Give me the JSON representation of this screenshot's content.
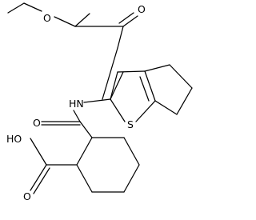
{
  "molecule": {
    "atom_labels": {
      "ester_carbonyl_o": "O",
      "ester_ether_o": "O",
      "amide_nh": "HN",
      "amide_o": "O",
      "thiophene_s": "S",
      "acid_oh": "HO",
      "acid_o": "O"
    }
  }
}
